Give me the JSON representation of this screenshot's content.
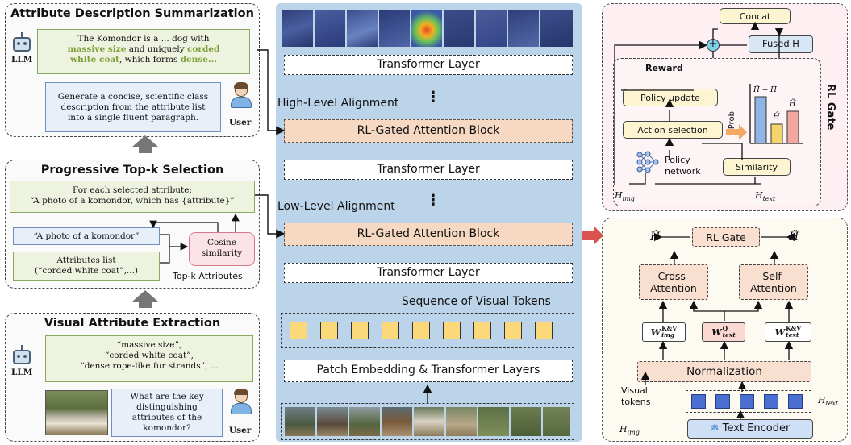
{
  "attr_summary": {
    "title": "Attribute Description Summarization",
    "llm_label": "LLM",
    "user_label": "User",
    "llm_text_1": "The Komondor is a ... dog with",
    "llm_hl_1": "massive size",
    "llm_text_2": " and uniquely ",
    "llm_hl_2": "corded",
    "llm_hl_3": "white coat",
    "llm_text_3": ", which forms ",
    "llm_hl_4": "dense...",
    "user_text": "Generate a concise, scientific class description from the attribute list into a single fluent paragraph."
  },
  "topk": {
    "title": "Progressive Top-k Selection",
    "selected_line1": "For each selected attribute:",
    "selected_line2": "“A photo of a komondor, which has {attribute}”",
    "prompt": "“A photo of a komondor”",
    "attrs_line1": "Attributes list",
    "attrs_line2": "(“corded white coat”,...)",
    "cosine_line1": "Cosine",
    "cosine_line2": "similarity",
    "topk_label": "Top-k Attributes"
  },
  "extraction": {
    "title": "Visual Attribute Extraction",
    "llm_label": "LLM",
    "user_label": "User",
    "attrs_line1": "“massive size”,",
    "attrs_line2": "“corded white coat”,",
    "attrs_line3": "“dense rope-like fur strands”, ...",
    "question": "What are the key distinguishing attributes of the komondor?"
  },
  "center": {
    "transformer_layer": "Transformer Layer",
    "high_level": "High-Level Alignment",
    "low_level": "Low-Level Alignment",
    "dots": "⋮",
    "rl_block": "RL-Gated Attention Block",
    "seq_tokens": "Sequence of Visual Tokens",
    "patch_embed": "Patch Embedding & Transformer Layers"
  },
  "rl_gate": {
    "side_title": "RL Gate",
    "concat": "Concat",
    "fused": "Fused H",
    "reward": "Reward",
    "policy_update": "Policy update",
    "action_selection": "Action selection",
    "policy_network": "Policy network",
    "similarity": "Similarity",
    "prob": "Prob",
    "h_img": "H_img",
    "h_text": "H_text"
  },
  "attention": {
    "rl_gate": "RL Gate",
    "cross_attention": "Cross-Attention",
    "self_attention": "Self-Attention",
    "w_img": "W^K&V_img",
    "w_q_text": "W^Q_text",
    "w_text": "W^K&V_text",
    "normalization": "Normalization",
    "visual_tokens": "Visual tokens",
    "text_encoder": "Text Encoder",
    "h_img": "H_img",
    "h_text": "H_text"
  },
  "colors": {
    "center_bg": "#bcd4ea",
    "rl_bg": "#fdeff2",
    "rl_block": "#f6d8c3",
    "token_yellow": "#fbd97b",
    "text_token_blue": "#4a6fd0",
    "accent_green": "#7ea03a",
    "arrow_red": "#d9534f"
  }
}
